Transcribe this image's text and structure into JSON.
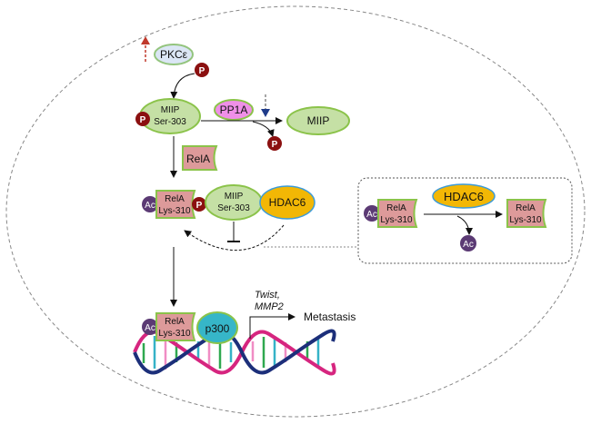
{
  "colors": {
    "kinase_fill": "#dbe6f5",
    "kinase_border": "#93c47d",
    "miip_fill": "#c5e0a5",
    "miip_border": "#8bc34a",
    "rela_fill": "#dd9a9a",
    "rela_border": "#8bc34a",
    "pp1a_fill": "#ef8fe8",
    "hdac6_fill": "#f2b705",
    "hdac6_border": "#3d9bd8",
    "p300_fill": "#36b6c8",
    "phospho_fill": "#8b1010",
    "acetyl_fill": "#5b3a74",
    "up_arrow": "#c0392b",
    "down_arrow": "#1f3b8a",
    "dna_strand_a": "#d6257f",
    "dna_strand_b": "#1c2f7a",
    "dna_rung_pink": "#f08cc4",
    "dna_rung_green": "#2fa84f",
    "dna_rung_teal": "#35b2c7"
  },
  "labels": {
    "pkc": "PKCε",
    "phospho": "P",
    "acetyl": "Ac",
    "miip": "MIIP",
    "ser303": "Ser-303",
    "pp1a": "PP1A",
    "rela": "RelA",
    "lys310": "Lys-310",
    "hdac6": "HDAC6",
    "p300": "p300",
    "target_genes_1": "Twist,",
    "target_genes_2": "MMP2",
    "outcome": "Metastasis"
  }
}
